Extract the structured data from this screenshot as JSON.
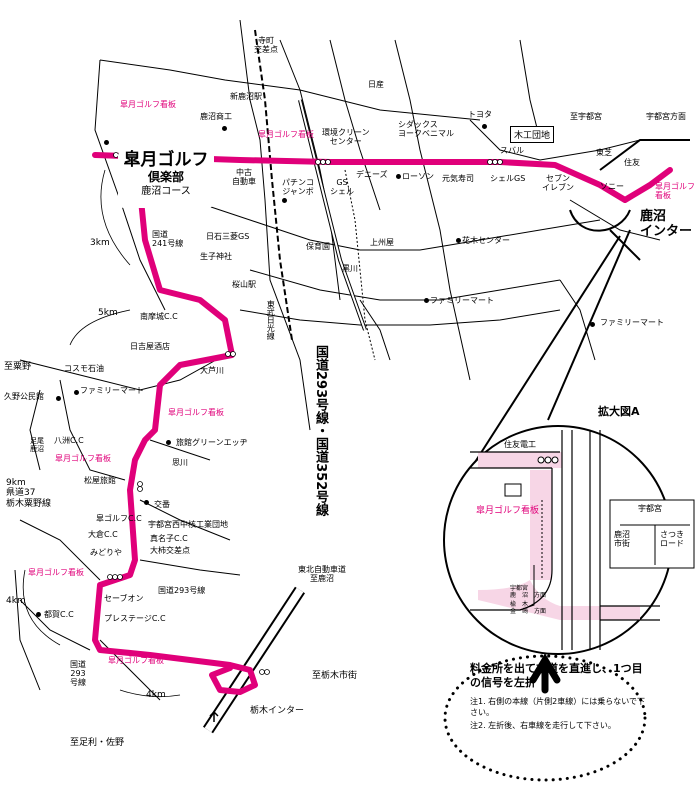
{
  "golf": {
    "name": "皐月ゴルフ",
    "club": "倶楽部",
    "course": "鹿沼コース"
  },
  "signs": {
    "label": "皐月ゴルフ看板"
  },
  "interchanges": {
    "kanuma": "鹿沼\nインター",
    "tochigi": "栃木インター"
  },
  "roads": {
    "r241": "国道\n241号線",
    "r293_352": "国道293号線・国道352号線",
    "r293_south": "国道\n293\n号線",
    "r293_mid": "国道293号線",
    "pref37": "9km\n県道37\n栃木粟野線",
    "tohoku": "東北自動車道\n至鹿沼",
    "tobu": "東武日光線"
  },
  "distances": {
    "d3": "3km",
    "d5": "5km",
    "d4a": "4km",
    "d4b": "4km"
  },
  "directions": {
    "to_awano": "至粟野",
    "to_ashikaga": "至足利・佐野",
    "to_tochigi_city": "至栃木市街",
    "to_utsunomiya": "至宇都宮",
    "utsunomiya_dir": "宇都宮方面",
    "tera_machi": "寺町\n交差点",
    "omiya": "大柿交差点"
  },
  "stations": {
    "shin_kanuma": "新鹿沼駅",
    "sakurayama": "桜山駅"
  },
  "places": [
    {
      "id": "kanuma_shoko",
      "text": "鹿沼商工"
    },
    {
      "id": "chuko",
      "text": "中古\n自動車"
    },
    {
      "id": "pachinko",
      "text": "パチンコ\nジャンボ"
    },
    {
      "id": "gs_shell",
      "text": "GS\nシェル"
    },
    {
      "id": "kankyo",
      "text": "環境クリーン\nセンター"
    },
    {
      "id": "denzu",
      "text": "デニーズ"
    },
    {
      "id": "lawson",
      "text": "ローソン"
    },
    {
      "id": "genki",
      "text": "元気寿司"
    },
    {
      "id": "shell_gs",
      "text": "シェルGS"
    },
    {
      "id": "seven",
      "text": "セブン\nイレブン"
    },
    {
      "id": "subaru",
      "text": "スバル"
    },
    {
      "id": "shida",
      "text": "シダックス\nヨークベニマル"
    },
    {
      "id": "toyota",
      "text": "トヨタ"
    },
    {
      "id": "hiya",
      "text": "日産"
    },
    {
      "id": "mokkou",
      "text": "木工団地"
    },
    {
      "id": "toshiba",
      "text": "東芝"
    },
    {
      "id": "sumitomo",
      "text": "住友"
    },
    {
      "id": "sony",
      "text": "ソニー"
    },
    {
      "id": "nikko",
      "text": "日石三菱GS"
    },
    {
      "id": "seko",
      "text": "生子神社"
    },
    {
      "id": "hoikuen",
      "text": "保育園"
    },
    {
      "id": "kamitsu",
      "text": "上州屋"
    },
    {
      "id": "kurokawa",
      "text": "黒川"
    },
    {
      "id": "kaki",
      "text": "花木センター"
    },
    {
      "id": "fm1",
      "text": "ファミリーマート"
    },
    {
      "id": "fm2",
      "text": "ファミリーマート"
    },
    {
      "id": "fm3",
      "text": "ファミリーマート"
    },
    {
      "id": "minamima",
      "text": "南摩城C.C"
    },
    {
      "id": "hiyoshi",
      "text": "日吉屋酒店"
    },
    {
      "id": "oashi",
      "text": "大芦川"
    },
    {
      "id": "kosumo",
      "text": "コスモ石油"
    },
    {
      "id": "kuno",
      "text": "久野公民館"
    },
    {
      "id": "yashu",
      "text": "八洲C.C"
    },
    {
      "id": "ryokan",
      "text": "旅館グリーンエッヂ"
    },
    {
      "id": "omoigawa",
      "text": "思川"
    },
    {
      "id": "matsuba",
      "text": "松屋旅館"
    },
    {
      "id": "kosa",
      "text": "交番"
    },
    {
      "id": "satsukigolf",
      "text": "皐ゴルフC.C"
    },
    {
      "id": "utsu_chu",
      "text": "宇都宮西中核工業団地"
    },
    {
      "id": "daikyo",
      "text": "大倉C.C"
    },
    {
      "id": "mazako",
      "text": "真名子C.C"
    },
    {
      "id": "midoriya",
      "text": "みどりや"
    },
    {
      "id": "seven2",
      "text": "セーブオン"
    },
    {
      "id": "tsuga",
      "text": "都賀C.C"
    },
    {
      "id": "prestige",
      "text": "プレステージC.C"
    },
    {
      "id": "ashi_eki",
      "text": "足尾\n鹿沼"
    }
  ],
  "inset": {
    "title": "拡大図A",
    "sumitomo": "住友電工",
    "sign": "皐月ゴルフ看板",
    "utsu": "宇都宮",
    "kanuma_shigai": "鹿沼\n市街",
    "satsuki_road": "さつき\nロード",
    "dir1": "宇都宮\n鹿　沼　方面",
    "dir2": "楡　木\n金　崎　方面"
  },
  "note": {
    "main": "料金所を出て左道を直進し、1つ目の信号を左折",
    "n1": "注1. 右側の本線（片側2車線）には乗らないで下さい。",
    "n2": "注2. 左折後、右車線を走行して下さい。"
  },
  "colors": {
    "route": "#e0007a",
    "road": "#000000",
    "accent_fill": "#f7d6e6"
  }
}
